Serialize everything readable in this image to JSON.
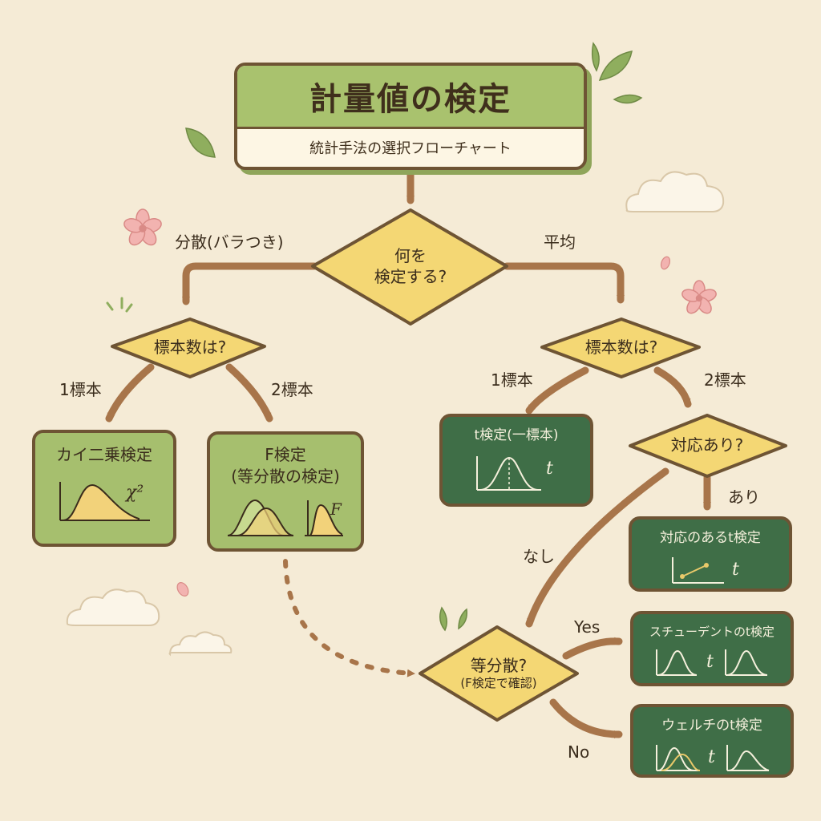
{
  "title": {
    "main": "計量値の検定",
    "subtitle": "統計手法の選択フローチャート"
  },
  "decisions": {
    "root": {
      "line1": "何を",
      "line2": "検定する?"
    },
    "left": "標本数は?",
    "right": "標本数は?",
    "paired": "対応あり?",
    "equal_var": {
      "line1": "等分散?",
      "line2": "(F検定で確認)"
    }
  },
  "edge_labels": {
    "variance": "分散(バラつき)",
    "mean": "平均",
    "left_one": "1標本",
    "left_two": "2標本",
    "right_one": "1標本",
    "right_two": "2標本",
    "paired_yes": "あり",
    "paired_no": "なし",
    "yes": "Yes",
    "no": "No"
  },
  "boxes": {
    "chi_square": {
      "title": "カイ二乗検定",
      "symbol": "χ²"
    },
    "f_test": {
      "title": "F検定",
      "subtitle": "(等分散の検定)",
      "symbol": "F"
    },
    "t_one": {
      "title": "t検定(一標本)",
      "symbol": "t"
    },
    "t_paired": {
      "title": "対応のあるt検定",
      "symbol": "t"
    },
    "t_student": {
      "title": "スチューデントのt検定",
      "symbol": "t"
    },
    "t_welch": {
      "title": "ウェルチのt検定",
      "symbol": "t"
    }
  },
  "colors": {
    "background": "#f5ebd6",
    "light_green": "#a6bf6e",
    "dark_green": "#3f6e47",
    "diamond": "#f4d774",
    "outline": "#6e5434",
    "arrow": "#a8754a"
  }
}
